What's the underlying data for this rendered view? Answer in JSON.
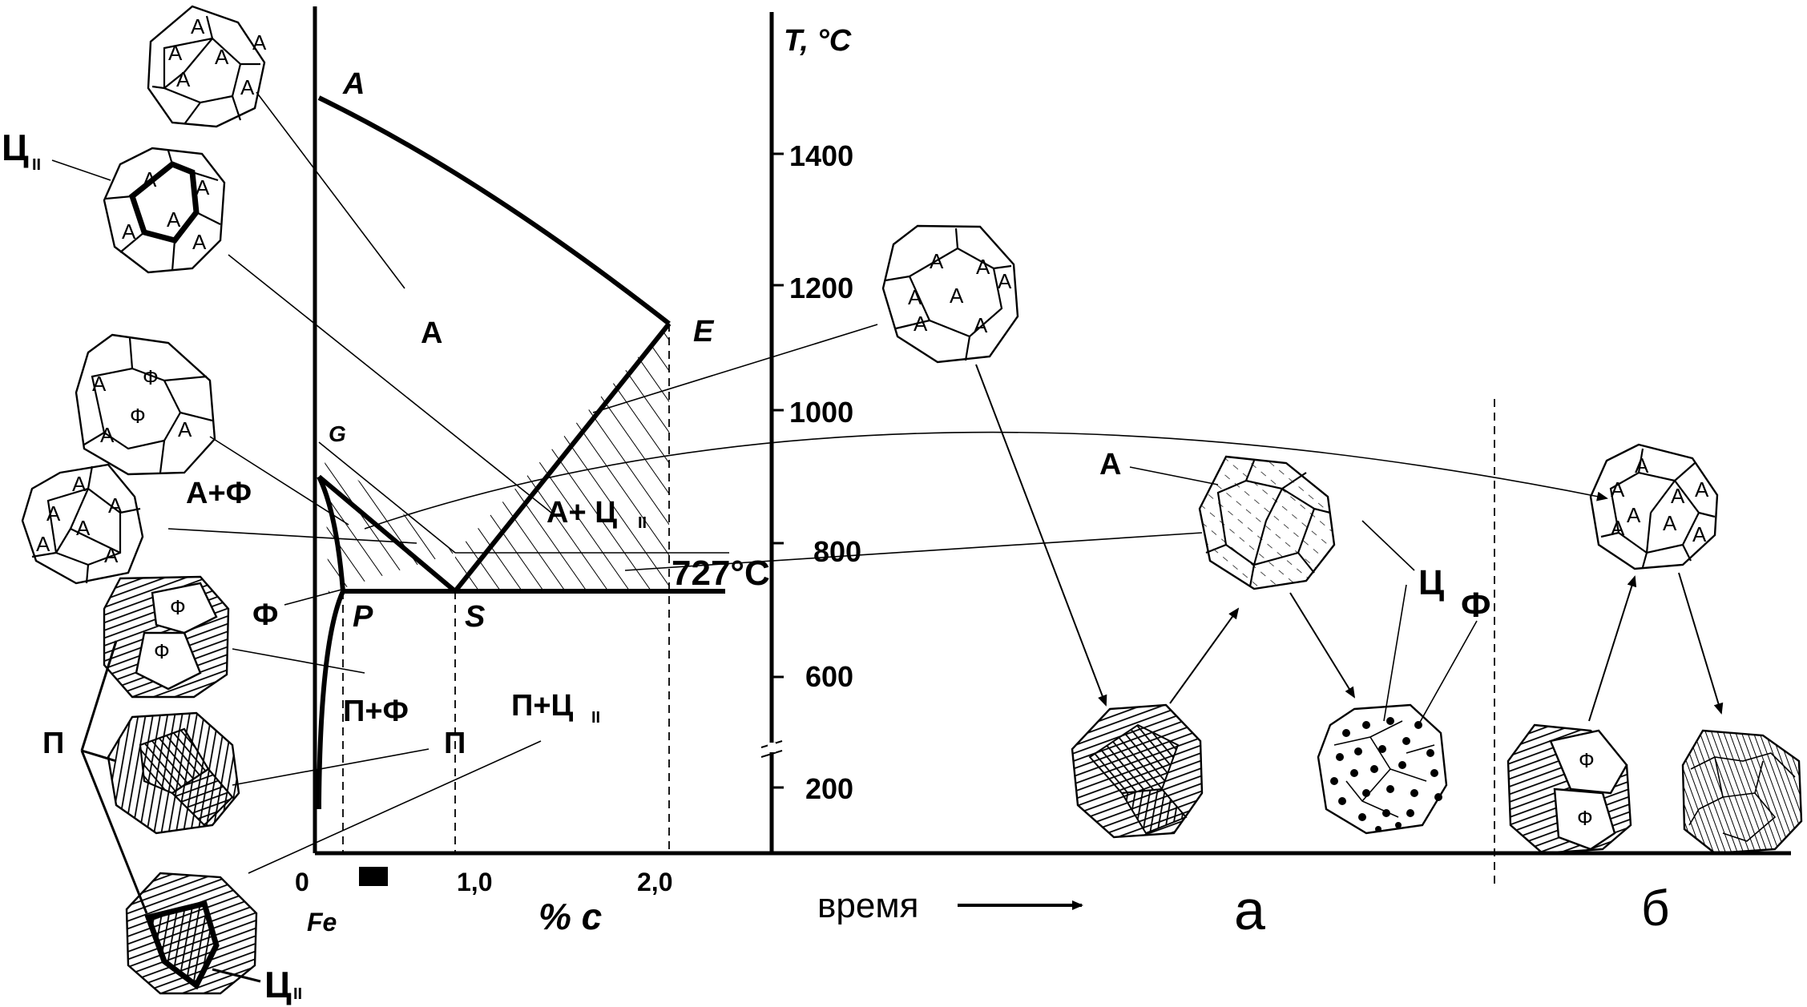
{
  "axis": {
    "y_label": "T, °C",
    "y_ticks": [
      "1400",
      "1200",
      "1000",
      "800",
      "600",
      "200"
    ],
    "x_ticks": [
      "0",
      "1,0",
      "2,0"
    ],
    "x_label": "% c",
    "x_origin_label": "Fe",
    "time_label": "время"
  },
  "points": {
    "A": "A",
    "E": "E",
    "G": "G",
    "P": "P",
    "S": "S"
  },
  "eutectoid_temp": "727°C",
  "regions": {
    "austenite": "A",
    "austenite_ferrite": "A+Ф",
    "austenite_cementite": "A+ Ц",
    "austenite_cementite_sub": "II",
    "ferrite": "Ф",
    "pearlite_ferrite": "П+Ф",
    "pearlite": "П",
    "pearlite_cementite": "П+Ц",
    "pearlite_cementite_sub": "II"
  },
  "left_labels": {
    "cementite_II_top": "Ц",
    "cementite_II_top_sub": "II",
    "pearlite": "П",
    "cementite_II_bottom": "Ц",
    "cementite_II_bottom_sub": "II"
  },
  "grain_letters": {
    "austenite": "A",
    "ferrite": "Ф"
  },
  "right_labels": {
    "austenite": "A",
    "cementite": "Ц",
    "ferrite": "Ф",
    "panel_a": "а",
    "panel_b": "б"
  }
}
